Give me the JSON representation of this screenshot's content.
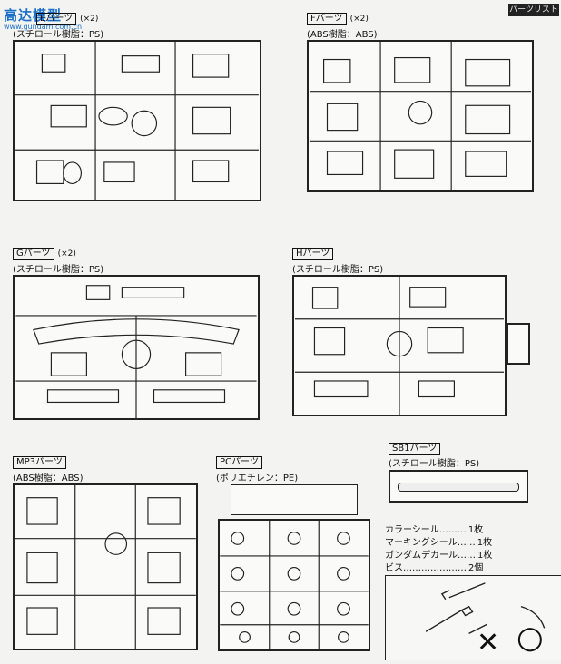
{
  "watermark": {
    "text": "高达模型",
    "sub": "www.gundam.com.cn"
  },
  "header_strip": "パーツリスト",
  "parts": [
    {
      "id": "E",
      "label": "Eパーツ",
      "qty": "(×2)",
      "material": "(スチロール樹脂：PS)"
    },
    {
      "id": "F",
      "label": "Fパーツ",
      "qty": "(×2)",
      "material": "(ABS樹脂：ABS)"
    },
    {
      "id": "G",
      "label": "Gパーツ",
      "qty": "(×2)",
      "material": "(スチロール樹脂：PS)"
    },
    {
      "id": "H",
      "label": "Hパーツ",
      "qty": "",
      "material": "(スチロール樹脂：PS)"
    },
    {
      "id": "MP3",
      "label": "MP3パーツ",
      "qty": "",
      "material": "(ABS樹脂：ABS)"
    },
    {
      "id": "PC",
      "label": "PCパーツ",
      "qty": "",
      "material": "(ポリエチレン：PE)"
    },
    {
      "id": "SB1",
      "label": "SB1パーツ",
      "qty": "",
      "material": "(スチロール樹脂：PS)"
    }
  ],
  "extras": [
    {
      "name": "カラーシール………",
      "count": "1枚"
    },
    {
      "name": "マーキングシール……",
      "count": "1枚"
    },
    {
      "name": "ガンダムデカール……",
      "count": "1枚"
    },
    {
      "name": "ビス…………………",
      "count": "2個"
    }
  ],
  "screw_marks": {
    "wrong": "✕",
    "right": "○"
  }
}
